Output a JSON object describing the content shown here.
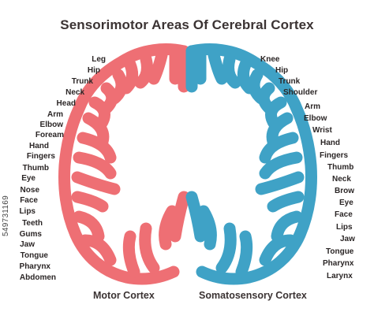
{
  "title": "Sensorimotor Areas Of Cerebral Cortex",
  "colors": {
    "motor": "#ee6f74",
    "somatosensory": "#3fa2c6",
    "text": "#2b2626"
  },
  "motor_cortex": {
    "label": "Motor Cortex",
    "items": [
      "Leg",
      "Hip",
      "Trunk",
      "Neck",
      "Head",
      "Arm",
      "Elbow",
      "Foream",
      "Hand",
      "Fingers",
      "Thumb",
      "Eye",
      "Nose",
      "Face",
      "Lips",
      "Teeth",
      "Gums",
      "Jaw",
      "Tongue",
      "Pharynx",
      "Abdomen"
    ]
  },
  "somatosensory_cortex": {
    "label": "Somatosensory Cortex",
    "items": [
      "Knee",
      "Hip",
      "Trunk",
      "Shoulder",
      "Arm",
      "Elbow",
      "Wrist",
      "Hand",
      "Fingers",
      "Thumb",
      "Neck",
      "Brow",
      "Eye",
      "Face",
      "Lips",
      "Jaw",
      "Tongue",
      "Pharynx",
      "Larynx"
    ]
  },
  "watermark": "549731169"
}
